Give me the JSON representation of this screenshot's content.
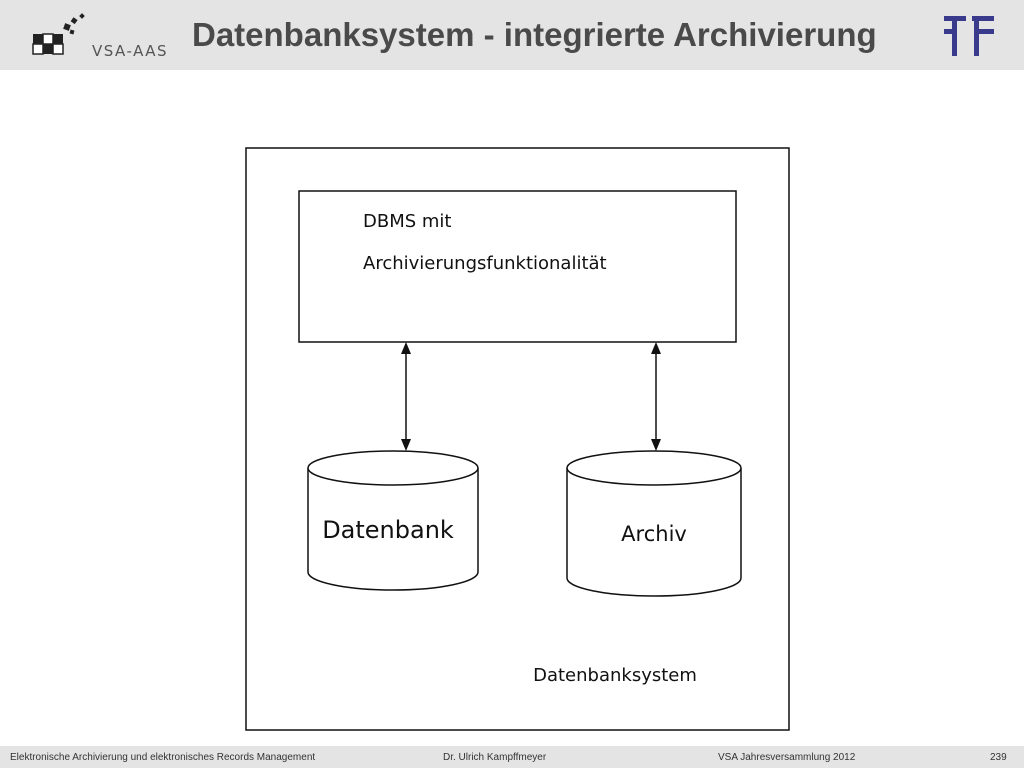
{
  "header": {
    "title": "Datenbanksystem - integrierte Archivierung",
    "logo_text": "VSA-AAS"
  },
  "diagram": {
    "dbms_line1": "DBMS mit",
    "dbms_line2": "Archivierungsfunktionalität",
    "db_label": "Datenbank",
    "archive_label": "Archiv",
    "system_label": "Datenbanksystem"
  },
  "footer": {
    "left": "Elektronische Archivierung und elektronisches Records Management",
    "middle": "Dr. Ulrich Kampffmeyer",
    "right": "VSA Jahresversammlung 2012",
    "page": "239"
  },
  "colors": {
    "header_bg": "#e4e4e4",
    "title": "#4a4a4a",
    "logo_accent": "#3a3a8c"
  }
}
